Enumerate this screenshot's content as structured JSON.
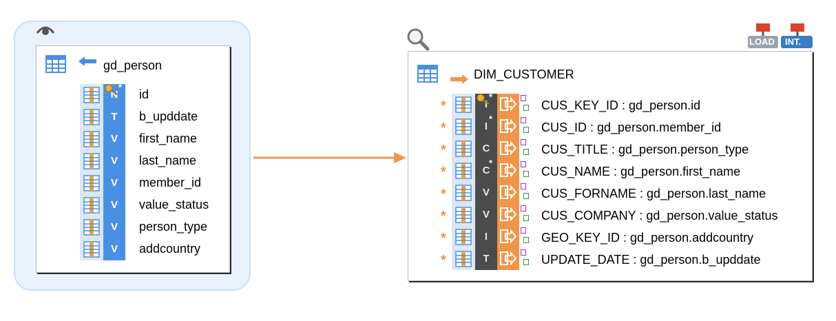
{
  "source": {
    "title": "gd_person",
    "columns": [
      {
        "name": "id",
        "type": "N",
        "key": true
      },
      {
        "name": "b_upddate",
        "type": "T",
        "key": false
      },
      {
        "name": "first_name",
        "type": "V",
        "key": false
      },
      {
        "name": "last_name",
        "type": "V",
        "key": false
      },
      {
        "name": "member_id",
        "type": "V",
        "key": false
      },
      {
        "name": "value_status",
        "type": "V",
        "key": false
      },
      {
        "name": "person_type",
        "type": "V",
        "key": false
      },
      {
        "name": "addcountry",
        "type": "V",
        "key": false
      }
    ]
  },
  "target": {
    "title": "DIM_CUSTOMER",
    "columns": [
      {
        "label": "CUS_KEY_ID : gd_person.id",
        "type": "I",
        "key": true,
        "star": true
      },
      {
        "label": "CUS_ID : gd_person.member_id",
        "type": "I",
        "key": false,
        "star": true
      },
      {
        "label": "CUS_TITLE : gd_person.person_type",
        "type": "C",
        "key": false,
        "star": false
      },
      {
        "label": "CUS_NAME : gd_person.first_name",
        "type": "C",
        "key": false,
        "star": true
      },
      {
        "label": "CUS_FORNAME : gd_person.last_name",
        "type": "V",
        "key": false,
        "star": false
      },
      {
        "label": "CUS_COMPANY : gd_person.value_status",
        "type": "V",
        "key": false,
        "star": false
      },
      {
        "label": "GEO_KEY_ID : gd_person.addcountry",
        "type": "I",
        "key": false,
        "star": false
      },
      {
        "label": "UPDATE_DATE : gd_person.b_upddate",
        "type": "T",
        "key": false,
        "star": false
      }
    ]
  },
  "toolbar": {
    "load_label": "LOAD",
    "int_label": "INT."
  },
  "icons": {
    "view": "eye-icon",
    "search": "magnifier-icon",
    "load": "load-flag-icon",
    "integration": "integration-flag-icon"
  },
  "colors": {
    "source_type_strip": "#4a90e2",
    "target_type_strip": "#4b4b4b",
    "mapping_strip": "#f0954a",
    "connector": "#f0954a",
    "halo": "#eaf2fd"
  }
}
